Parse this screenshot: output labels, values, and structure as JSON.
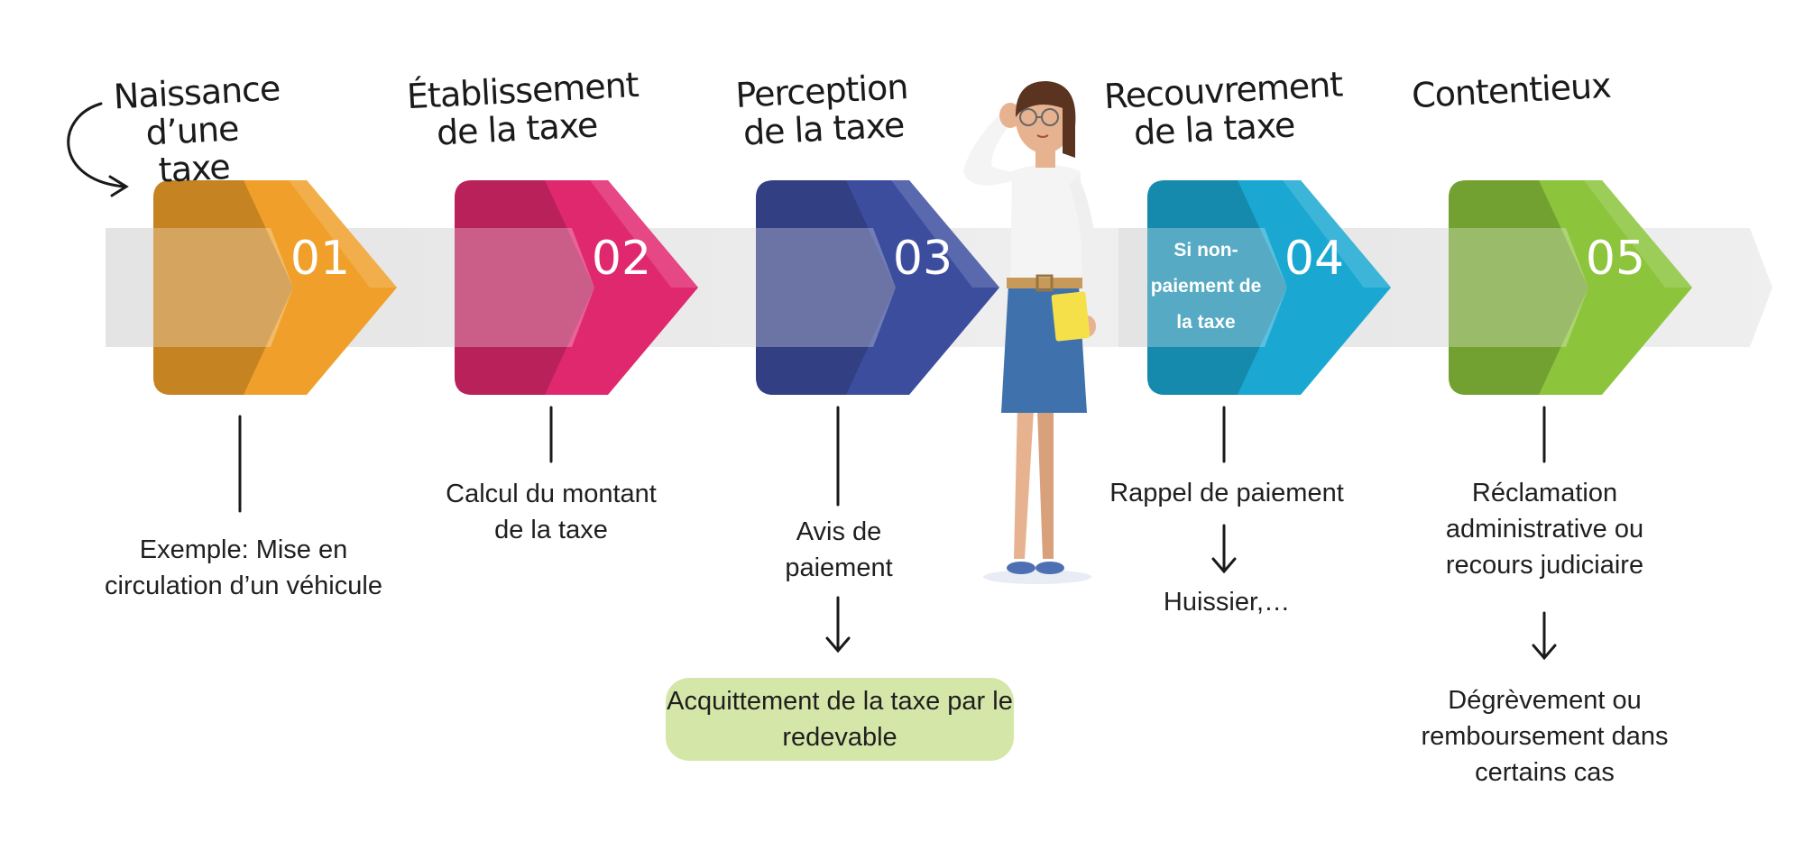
{
  "steps": [
    {
      "number": "01",
      "title": "Naissance d’une taxe",
      "description": "Exemple: Mise en circulation d’un véhicule",
      "color": "#f0a02a"
    },
    {
      "number": "02",
      "title": "Établissement de la taxe",
      "description": "Calcul du montant de la taxe",
      "color": "#e0286e"
    },
    {
      "number": "03",
      "title": "Perception de la taxe",
      "description": "Avis de paiement",
      "color": "#3d4d9e"
    },
    {
      "number": "04",
      "title": "Recouvrement de la taxe",
      "description": "Rappel de paiement",
      "inner_text": "Si non-paiement de la taxe",
      "color": "#1aa8d2"
    },
    {
      "number": "05",
      "title": "Contentieux",
      "description": "Réclamation administrative ou recours judiciaire",
      "color": "#8cc43c"
    }
  ],
  "outcomes": {
    "step3": "Acquittement de la taxe par le redevable",
    "step4": "Huissier,…",
    "step5": "Dégrèvement ou remboursement dans certains cas"
  },
  "icons": [
    "curved-arrow-icon",
    "down-arrow-icon",
    "woman-illustration"
  ]
}
